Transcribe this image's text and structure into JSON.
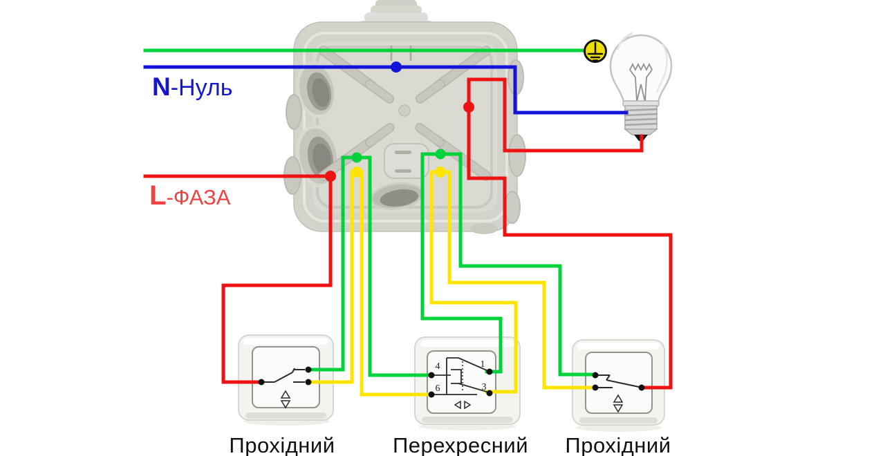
{
  "diagram_title": "two pass-through switches and one crossover switch wiring scheme",
  "labels": {
    "neutral_prefix": "N",
    "neutral_rest": "-Нуль",
    "phase_prefix": "L",
    "phase_rest": "-ФАЗА",
    "switch_left": "Прохідний",
    "switch_middle": "Перехресний",
    "switch_right": "Прохідний"
  },
  "middle_switch_terminals": {
    "top_left": "4",
    "top_right": "1",
    "bottom_left": "6",
    "bottom_right": "3"
  },
  "colors": {
    "neutral_wire": "#1212d8",
    "phase_wire": "#ee1212",
    "ground_wire": "#00d23c",
    "green_wire": "#00d23c",
    "yellow_wire": "#ffe400",
    "neutral_text": "#1616cc",
    "phase_text": "#ef4343",
    "label_text": "#101010",
    "ground_symbol_fill": "#f0df00",
    "schematic_line": "#2a2a2a"
  },
  "icons": {
    "ground": "earth-ground-symbol",
    "bulb": "incandescent-lamp-icon",
    "box": "junction-box",
    "switch_arrow": "up-down-arrow-symbol",
    "cross_symbol": "left-right-triangles-symbol"
  }
}
